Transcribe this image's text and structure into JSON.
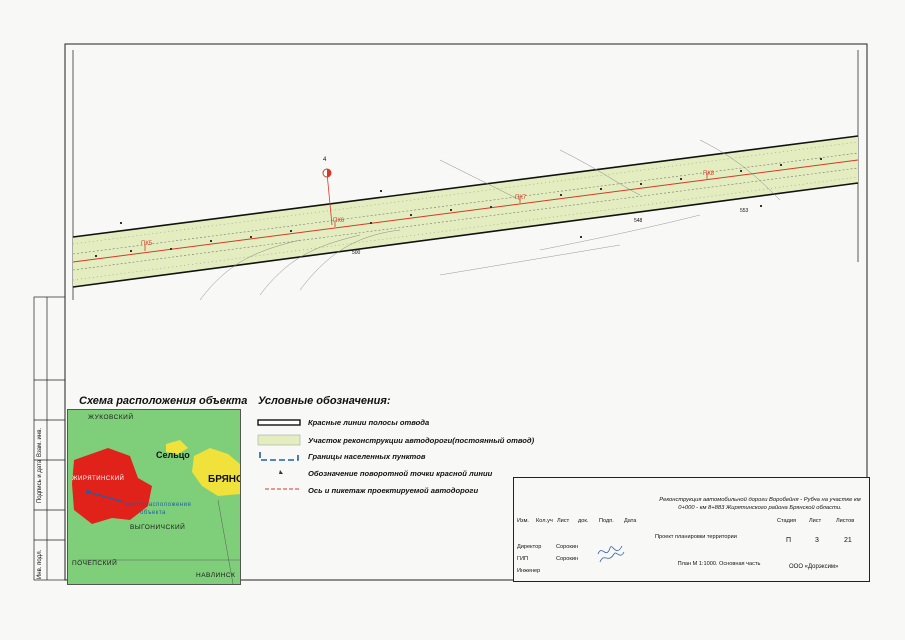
{
  "scheme": {
    "title": "Схема расположения объекта",
    "labels": {
      "zhukovsky": "ЖУКОВСКИЙ",
      "selco": "Сельцо",
      "bryansk": "БРЯНС",
      "zhiryatinsky": "ЖИРЯТИНСКИЙ",
      "vygonichsky": "ВЫГОНИЧСКИЙ",
      "pochepsky": "ПОЧЕПСКИЙ",
      "navlinsky": "НАВЛИНСК",
      "object_location_1": "месторасположения",
      "object_location_2": "объекта"
    }
  },
  "legend": {
    "title": "Условные обозначения:",
    "items": [
      "Красные линии полосы отвода",
      "Участок реконструкции автодороги(постоянный отвод)",
      "Границы населенных пунктов",
      "Обозначение поворотной точки красной линии",
      "Ось и пикетаж проектируемой автодороги"
    ],
    "colors": {
      "red_line": "#d43a2a",
      "area": "#e3edbf",
      "boundary": "#1f5fa8"
    }
  },
  "stamp": {
    "project_title": "Реконструкция автомобильной дороги Воробейня - Рубча на участке км 0+000 - км 8+883 Жирятинского района Брянской области.",
    "headers": [
      "Изм.",
      "Кол.уч",
      "Лист",
      "док.",
      "Подп.",
      "Дата"
    ],
    "roles": [
      {
        "role": "Директор",
        "name": "Сорокин"
      },
      {
        "role": "ГИП",
        "name": "Сорокин"
      },
      {
        "role": "Инженер",
        "name": ""
      }
    ],
    "section": "Проект планировки территории",
    "stage_label": "Стадия",
    "sheet_label": "Лист",
    "sheets_label": "Листов",
    "stage": "П",
    "sheet": "3",
    "sheets": "21",
    "plan": "План М 1:1000. Основная часть",
    "company": "ООО «Дорэксим»"
  },
  "side_stamp": [
    "Инв. подл.",
    "Подпись и дата",
    "Взам. инв."
  ],
  "drawing": {
    "pickets": [
      "4",
      "ПК5",
      "ПК6",
      "ПК7",
      "ПК8",
      "500",
      "548",
      "553"
    ]
  }
}
